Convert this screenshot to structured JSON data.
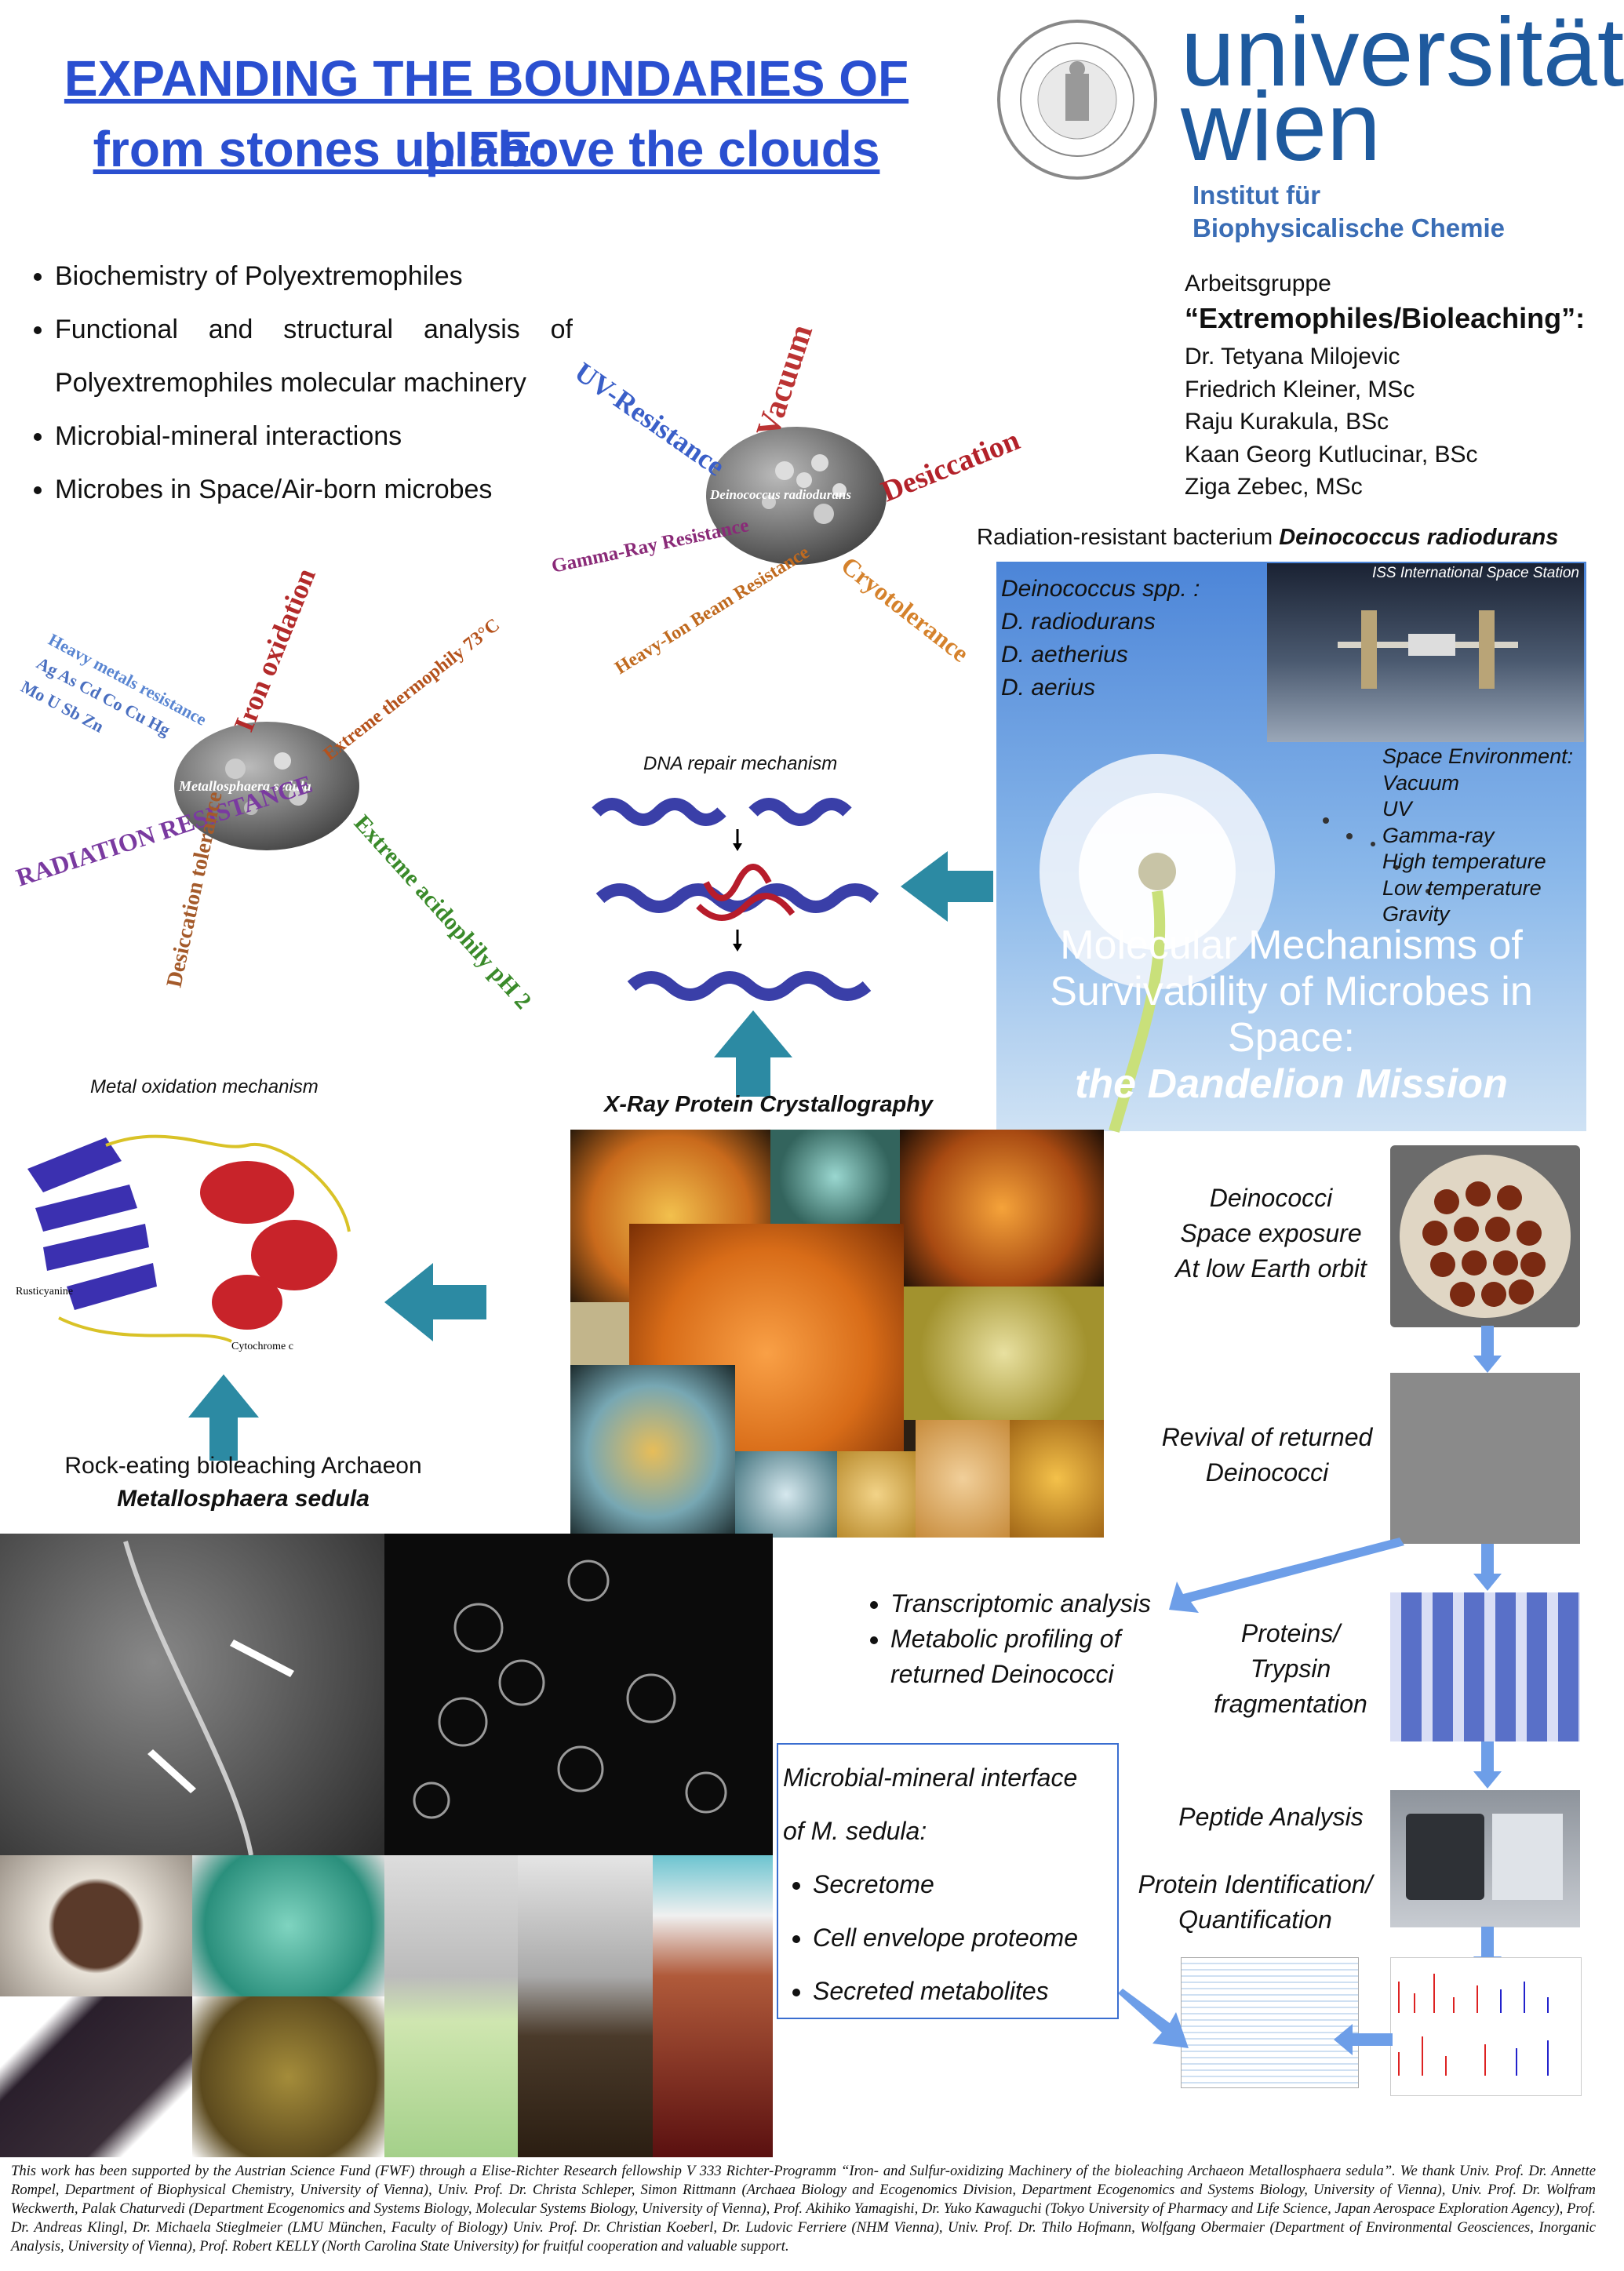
{
  "title": {
    "line1": "EXPANDING THE BOUNDARIES OF LIFE:",
    "line2": "from stones up above the clouds"
  },
  "university": {
    "name1": "universität",
    "name2": "wien",
    "institute1": "Institut für",
    "institute2": "Biophysicalische Chemie"
  },
  "topics": [
    "Biochemistry of Polyextremophiles",
    "Functional and structural analysis of Polyextremophiles molecular machinery",
    "Microbial-mineral interactions",
    "Microbes in Space/Air-born microbes"
  ],
  "group": {
    "label": "Arbeitsgruppe",
    "name": "“Extremophiles/Bioleaching”:",
    "members": [
      "Dr. Tetyana Milojevic",
      "Friedrich Kleiner, MSc",
      "Raju Kurakula, BSc",
      "Kaan Georg Kutlucinar, BSc",
      "Ziga Zebec, MSc"
    ]
  },
  "deinococcus_cloud": {
    "center": "Deinococcus radiodurans",
    "words": [
      "UV-Resistance",
      "Vacuum",
      "Desiccation",
      "Gamma-Ray Resistance",
      "Cryotolerance",
      "Heavy-Ion Beam Resistance"
    ]
  },
  "metallosphaera_cloud": {
    "center": "Metallosphaera sedula",
    "words": [
      "Heavy metals resistance",
      "Ag As Cd Co Cu Hg",
      "Mo U Sb Zn",
      "Iron oxidation",
      "Extreme thermophily 73°C",
      "RADIATION RESISTANCE",
      "Extreme acidophily pH 2",
      "Desiccation tolerance"
    ]
  },
  "dandelion": {
    "heading_prefix": "Radiation-resistant bacterium ",
    "heading_species": "Deinococcus radiodurans",
    "species_title": "Deinococcus spp. :",
    "species": [
      "D. radiodurans",
      "D. aetherius",
      "D. aerius"
    ],
    "iss_label": "ISS International Space Station",
    "env_title": "Space Environment:",
    "env": [
      "Vacuum",
      "UV",
      "Gamma-ray",
      "High temperature",
      "Low temperature",
      "Gravity"
    ],
    "mission_lines": [
      "Molecular Mechanisms of",
      "Survivability of Microbes in",
      "Space:"
    ],
    "mission_bold": "the Dandelion Mission"
  },
  "labels": {
    "dna_repair": "DNA repair mechanism",
    "metal_oxidation": "Metal oxidation mechanism",
    "xray": "X-Ray Protein Crystallography",
    "rustic": "Rusticyanine",
    "cyto": "Cytochrome c",
    "archaeon1": "Rock-eating bioleaching Archaeon",
    "archaeon2": "Metallosphaera sedula"
  },
  "workflow": {
    "exposure": [
      "Deinococci",
      "Space exposure",
      "At low Earth orbit"
    ],
    "revival": [
      "Revival of returned",
      "Deinococci"
    ],
    "proteins": [
      "Proteins/",
      "Trypsin",
      "fragmentation"
    ],
    "peptide": "Peptide Analysis",
    "identification": [
      "Protein Identification/",
      "Quantification"
    ],
    "analysis": [
      "Transcriptomic analysis",
      "Metabolic profiling of",
      "returned Deinococci"
    ]
  },
  "interface": {
    "title1": "Microbial-mineral interface",
    "title2": "of M. sedula:",
    "items": [
      "Secretome",
      "Cell envelope proteome",
      "Secreted metabolites"
    ]
  },
  "colors": {
    "title": "#2a4fd0",
    "uni": "#1e5a9e",
    "teal_arrow": "#2c8aa3",
    "blue_arrow": "#6d9ee8",
    "panel": "#7eb4e8"
  },
  "footer": "This work has been supported by the Austrian Science Fund (FWF) through a Elise-Richter Research fellowship V 333 Richter-Programm “Iron- and Sulfur-oxidizing Machinery of the bioleaching Archaeon Metallosphaera sedula”. We thank Univ. Prof. Dr. Annette Rompel, Department of Biophysical Chemistry, University of Vienna), Univ. Prof. Dr. Christa Schleper, Simon Rittmann (Archaea Biology and Ecogenomics Division, Department Ecogenomics and Systems Biology, University of Vienna), Univ. Prof. Dr. Wolfram Weckwerth, Palak Chaturvedi (Department Ecogenomics and Systems Biology, Molecular Systems Biology, University of Vienna), Prof. Akihiko Yamagishi, Dr. Yuko Kawaguchi (Tokyo University of Pharmacy and Life Science, Japan Aerospace Exploration Agency), Prof. Dr. Andreas Klingl, Dr. Michaela Stieglmeier (LMU München, Faculty of Biology) Univ. Prof. Dr. Christian Koeberl, Dr. Ludovic Ferriere (NHM Vienna), Univ. Prof. Dr. Thilo Hofmann, Wolfgang Obermaier (Department of Environmental Geosciences, Inorganic Analysis, University of Vienna), Prof. Robert KELLY (North Carolina State University) for fruitful cooperation and valuable support."
}
